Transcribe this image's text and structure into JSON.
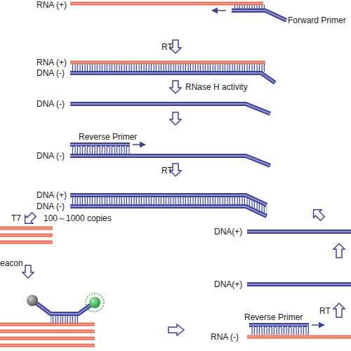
{
  "diagram": {
    "labels": [
      "RNA (+)",
      "Forward Primer",
      "RT",
      "RNA (+)",
      "DNA (-)",
      "RNase H activity",
      "DNA (-)",
      "Reverse Primer",
      "DNA (-)",
      "RT",
      "DNA (+)",
      "DNA (-)",
      "T7",
      "100～1000 copies",
      "eacon",
      "DNA(+)",
      "DNA(+)",
      "Reverse Primer",
      "RT",
      "RNA (-)"
    ]
  }
}
